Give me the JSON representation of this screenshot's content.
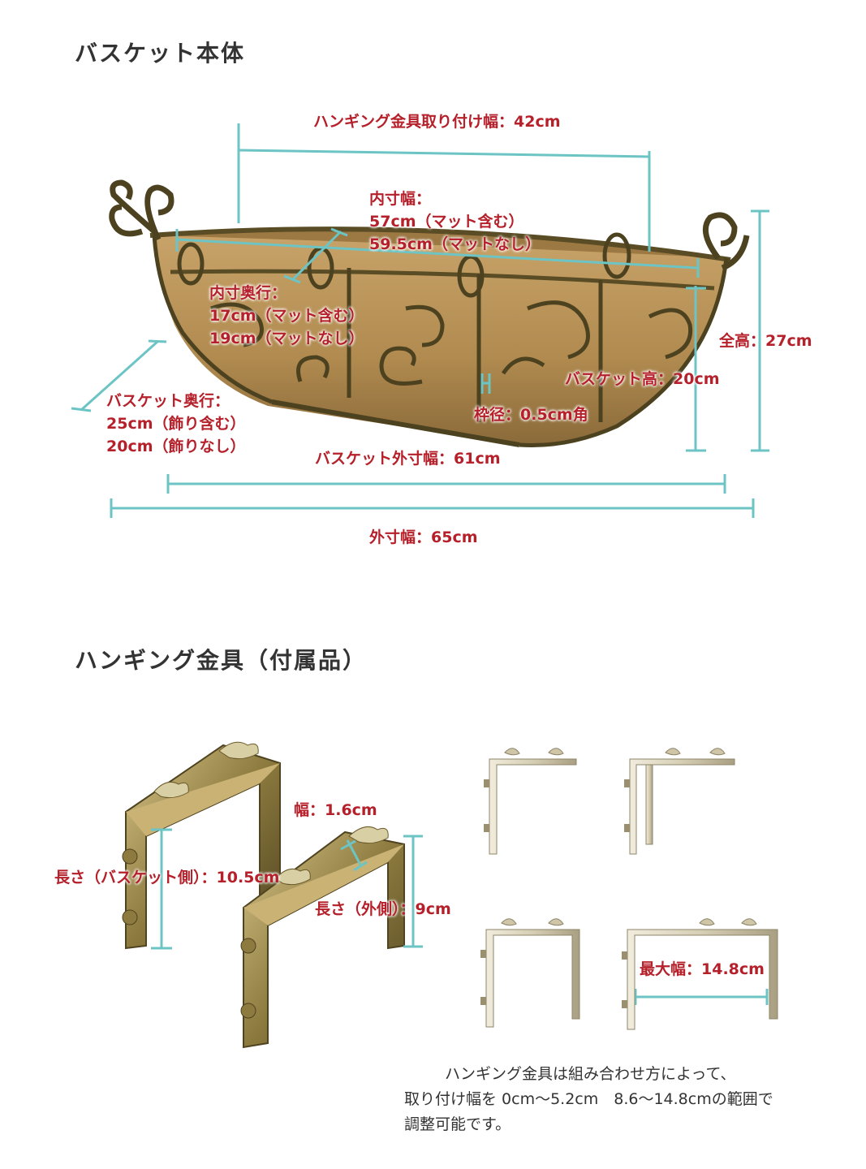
{
  "section1": {
    "heading": "バスケット本体",
    "labels": {
      "hanging_width": "ハンギング金具取り付け幅：42cm",
      "inner_width_title": "内寸幅：",
      "inner_width_1": "57cm（マット含む）",
      "inner_width_2": "59.5cm（マットなし）",
      "inner_depth_title": "内寸奥行：",
      "inner_depth_1": "17cm（マット含む）",
      "inner_depth_2": "19cm（マットなし）",
      "total_height": "全高：27cm",
      "basket_height": "バスケット高：20cm",
      "frame_dia": "枠径：0.5cm角",
      "basket_depth_title": "バスケット奥行：",
      "basket_depth_1": "25cm（飾り含む）",
      "basket_depth_2": "20cm（飾りなし）",
      "basket_outer_width": "バスケット外寸幅：61cm",
      "outer_width": "外寸幅：65cm"
    }
  },
  "section2": {
    "heading": "ハンギング金具（付属品）",
    "labels": {
      "width": "幅：1.6cm",
      "length_basket": "長さ（バスケット側）：10.5cm",
      "length_outer": "長さ（外側）：9cm",
      "max_width": "最大幅：14.8cm"
    },
    "note_1": "ハンギング金具は組み合わせ方によって、",
    "note_2": "取り付け幅を 0cm〜5.2cm　8.6〜14.8cmの範囲で",
    "note_3": "調整可能です。"
  },
  "colors": {
    "label_red": "#b5202a",
    "dimension_teal": "#6cc4c4",
    "coir": "#b08a4f",
    "bronze": "#6b5a2c"
  }
}
